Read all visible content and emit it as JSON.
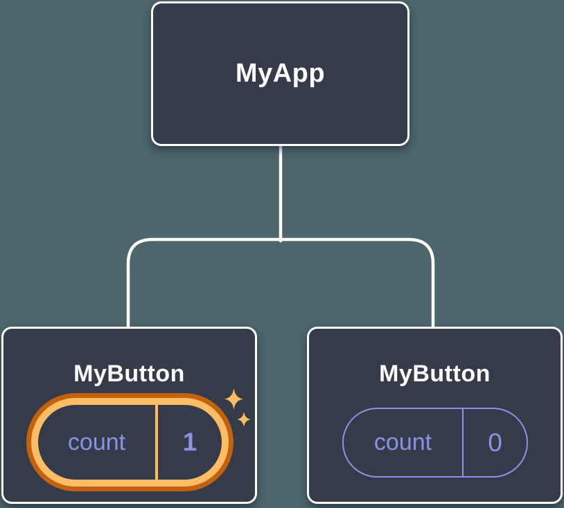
{
  "colors": {
    "canvas-bg": "#4C666C",
    "node-fill": "#353B48",
    "node-border": "#FFFFFF",
    "connector": "#FFFFFF",
    "label-text": "#FFFFFF",
    "state-text": "#8A93E8",
    "state-outline": "#8A93E8",
    "highlight-outer": "#C2620E",
    "highlight-inner": "#FCBD66",
    "sparkle": "#FCBD66"
  },
  "tree": {
    "root": {
      "label": "MyApp"
    },
    "children": [
      {
        "label": "MyButton",
        "state": {
          "key": "count",
          "value": "1"
        },
        "highlighted": true,
        "highlight_icon": "sparkle-icon"
      },
      {
        "label": "MyButton",
        "state": {
          "key": "count",
          "value": "0"
        },
        "highlighted": false
      }
    ]
  }
}
